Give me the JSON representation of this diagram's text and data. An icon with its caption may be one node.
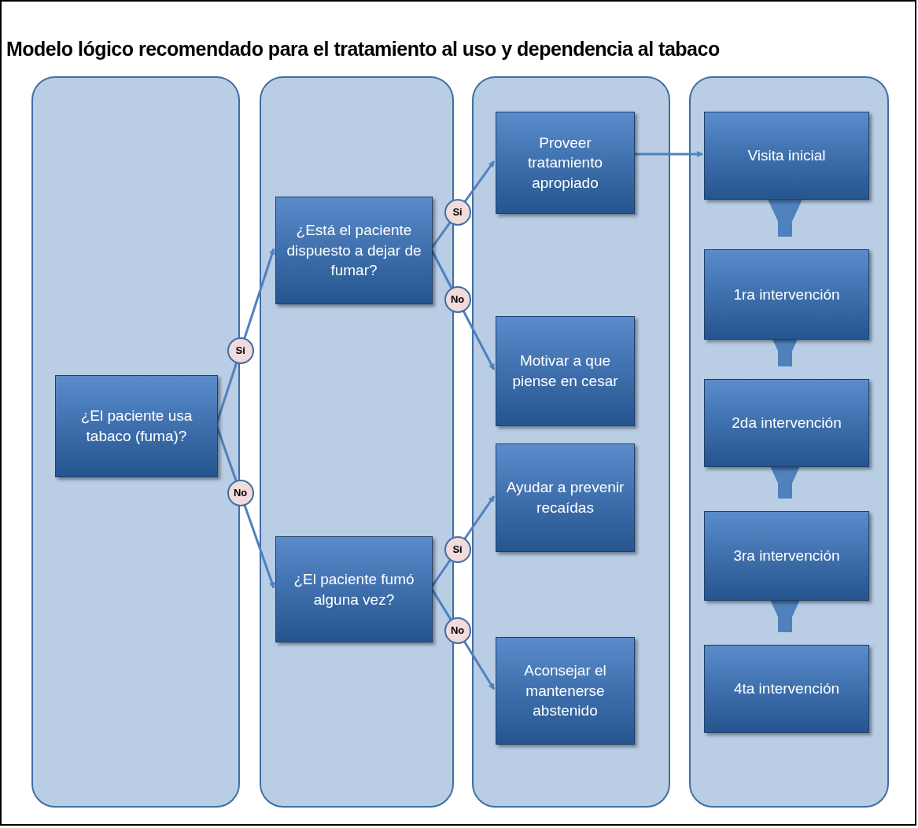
{
  "diagram": {
    "title": "Modelo lógico recomendado para el tratamiento al uso y dependencia al tabaco",
    "nodes": [
      {
        "text": [],
        "shape": "box"
      },
      {
        "text": [],
        "shape": "box"
      },
      {
        "text": [],
        "shape": "box"
      },
      {
        "text": [],
        "shape": "box"
      },
      {
        "text": [
          "¿El paciente usa tabaco (fuma)?"
        ],
        "in": 0
      },
      {
        "text": [
          "¿Está el paciente dispuesto a dejar de fumar?"
        ],
        "in": 1
      },
      {
        "text": [
          "¿El paciente fumó alguna vez?"
        ],
        "in": 1
      },
      {
        "text": [
          "Proveer tratamiento apropiado"
        ],
        "in": 2
      },
      {
        "text": [
          "Motivar a que piense en cesar"
        ],
        "in": 2
      },
      {
        "text": [
          "Ayudar a prevenir recaídas"
        ],
        "in": 2
      },
      {
        "text": [
          "Aconsejar el mantenerse abstenido"
        ],
        "in": 2
      },
      {
        "text": [
          "Visita inicial"
        ],
        "in": 3
      },
      {
        "text": [
          "1ra intervención"
        ],
        "in": 3
      },
      {
        "text": [
          "2da intervención"
        ],
        "in": 3
      },
      {
        "text": [
          "3ra intervención"
        ],
        "in": 3
      },
      {
        "text": [
          "4ta intervención"
        ],
        "in": 3
      }
    ],
    "edges": [
      {
        "from": 4,
        "to": 5,
        "arrow": "to",
        "label": "Si"
      },
      {
        "from": 4,
        "to": 6,
        "arrow": "to",
        "label": "No"
      },
      {
        "from": 5,
        "to": 7,
        "arrow": "to",
        "label": "Si"
      },
      {
        "from": 5,
        "to": 8,
        "arrow": "to",
        "label": "No"
      },
      {
        "from": 6,
        "to": 9,
        "arrow": "to",
        "label": "Si"
      },
      {
        "from": 6,
        "to": 10,
        "arrow": "to",
        "label": "No"
      },
      {
        "from": 7,
        "to": 11,
        "arrow": "to"
      },
      {
        "from": 11,
        "to": 12,
        "arrow": "to",
        "style": "thick"
      },
      {
        "from": 12,
        "to": 13,
        "arrow": "to",
        "style": "thick"
      },
      {
        "from": 13,
        "to": 14,
        "arrow": "to",
        "style": "thick"
      },
      {
        "from": 14,
        "to": 15,
        "arrow": "to",
        "style": "thick"
      }
    ]
  }
}
